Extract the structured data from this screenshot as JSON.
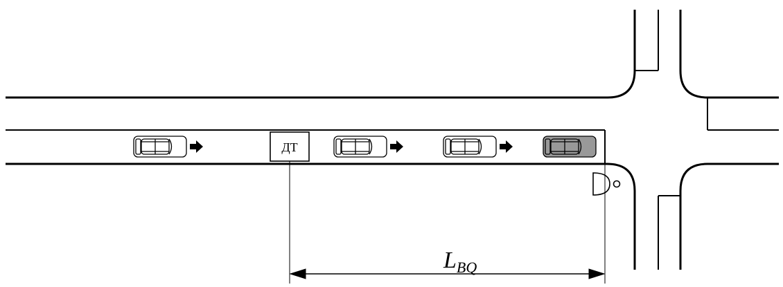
{
  "detector_label": "ДТ",
  "dimension": {
    "symbol": "L",
    "subscript": "BQ"
  },
  "vehicles": [
    {
      "role": "approaching",
      "state": "moving",
      "shaded": false
    },
    {
      "role": "approaching",
      "state": "moving",
      "shaded": false
    },
    {
      "role": "approaching",
      "state": "moving",
      "shaded": false
    },
    {
      "role": "queue-end",
      "state": "stopped",
      "shaded": true
    }
  ],
  "colors": {
    "line": "#000000",
    "car_fill": "#ffffff",
    "stopped_car_fill": "#999999"
  },
  "icons": [
    "car-icon",
    "direction-arrow-icon",
    "traffic-signal-icon"
  ]
}
